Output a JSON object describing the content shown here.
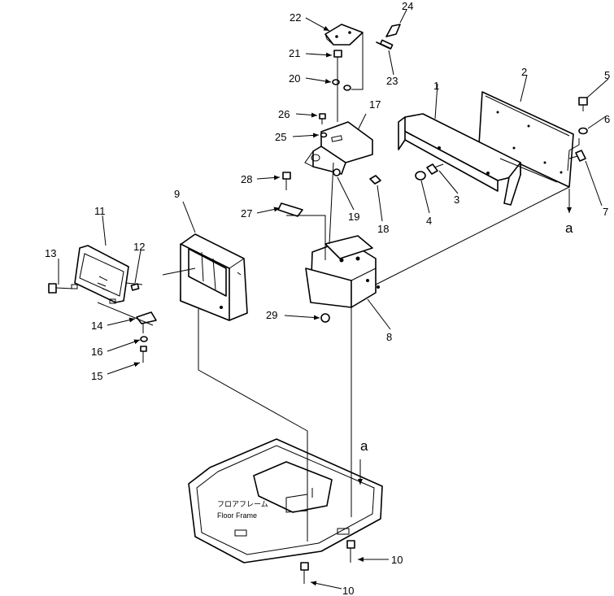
{
  "callouts": [
    "1",
    "2",
    "3",
    "4",
    "5",
    "6",
    "7",
    "8",
    "9",
    "10",
    "10",
    "11",
    "12",
    "13",
    "14",
    "15",
    "16",
    "17",
    "18",
    "19",
    "20",
    "21",
    "22",
    "23",
    "24",
    "25",
    "26",
    "27",
    "28",
    "29"
  ],
  "section_marks": [
    "a",
    "a"
  ],
  "floor_frame": {
    "label_jp": "フロアフレーム",
    "label_en": "Floor Frame"
  }
}
